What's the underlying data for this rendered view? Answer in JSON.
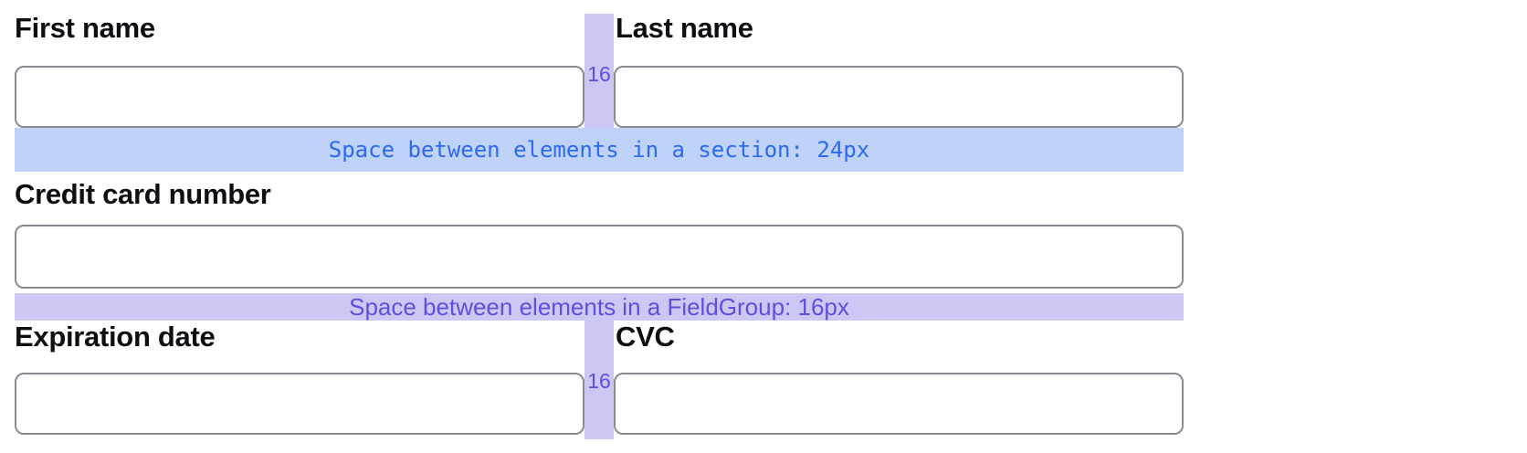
{
  "form": {
    "fields": [
      {
        "id": "first-name",
        "label": "First name",
        "value": "",
        "placeholder": ""
      },
      {
        "id": "last-name",
        "label": "Last name",
        "value": "",
        "placeholder": ""
      },
      {
        "id": "credit-card-number",
        "label": "Credit card number",
        "value": "",
        "placeholder": ""
      },
      {
        "id": "expiration-date",
        "label": "Expiration date",
        "value": "",
        "placeholder": ""
      },
      {
        "id": "cvc",
        "label": "CVC",
        "value": "",
        "placeholder": ""
      }
    ]
  },
  "annotations": {
    "section_spacing_label": "Space between elements in a section: 24px",
    "fieldgroup_spacing_label": "Space between elements in a FieldGroup: 16px",
    "column_gap_value": "16"
  },
  "colors": {
    "section_banner_bg": "#bfd2f8",
    "section_banner_text": "#2e69f1",
    "fieldgroup_banner_bg": "#cdc8f3",
    "fieldgroup_banner_text": "#5b50e0",
    "gap_highlight": "#cdc8f3",
    "gap_value_text": "#5a50dc",
    "input_border": "#8b8b94",
    "label_text": "#0e0e13"
  }
}
